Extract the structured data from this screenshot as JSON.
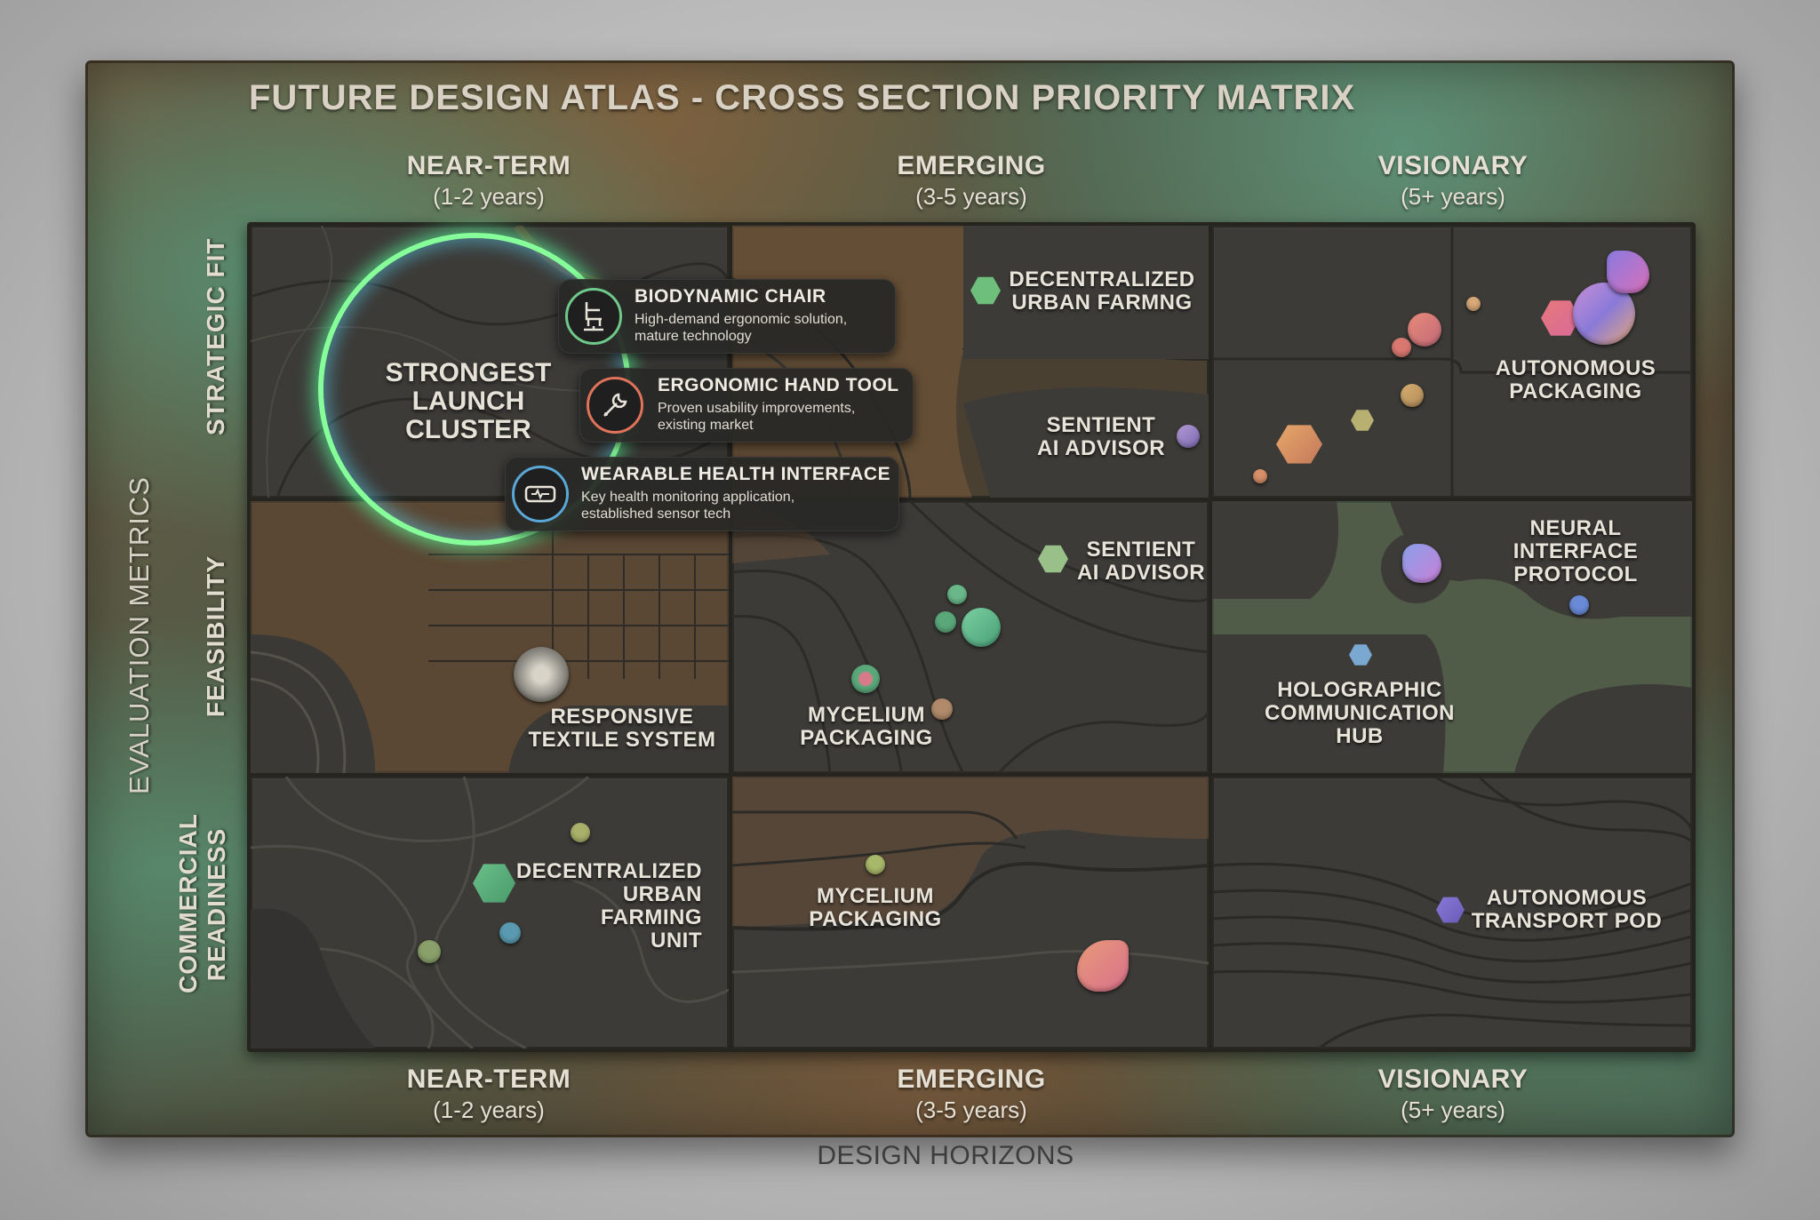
{
  "title": "FUTURE DESIGN ATLAS - CROSS SECTION PRIORITY MATRIX",
  "columns": [
    {
      "heading": "NEAR-TERM",
      "sub": "(1-2 years)"
    },
    {
      "heading": "EMERGING",
      "sub": "(3-5 years)"
    },
    {
      "heading": "VISIONARY",
      "sub": "(5+ years)"
    }
  ],
  "rows": {
    "strategic_fit": "STRATEGIC FIT",
    "feasibility": "FEASIBILITY",
    "commercial_readiness": [
      "COMMERCIAL",
      "READINESS"
    ]
  },
  "axis_y": "EVALUATION METRICS",
  "axis_x": "DESIGN HORIZONS",
  "cluster": {
    "line1": "STRONGEST",
    "line2": "LAUNCH",
    "line3": "CLUSTER"
  },
  "cards": [
    {
      "title": "BIODYNAMIC CHAIR",
      "desc1": "High-demand ergonomic solution,",
      "desc2": "mature technology",
      "icon": "chair-icon",
      "accent": "#6fc98a"
    },
    {
      "title": "ERGONOMIC HAND TOOL",
      "desc1": "Proven usability improvements,",
      "desc2": "existing market",
      "icon": "wrench-icon",
      "accent": "#e0735a"
    },
    {
      "title": "WEARABLE HEALTH INTERFACE",
      "desc1": "Key health monitoring application,",
      "desc2": "established sensor tech",
      "icon": "wearable-icon",
      "accent": "#5aa8d8"
    }
  ],
  "items": {
    "decentralized_urban_farming_top": [
      "DECENTRALIZED",
      "URBAN FARMNG"
    ],
    "sentient_ai_advisor_top": [
      "SENTIENT",
      "AI ADVISOR"
    ],
    "autonomous_packaging": [
      "AUTONOMOUS",
      "PACKAGING"
    ],
    "responsive_textile": [
      "RESPONSIVE",
      "TEXTILE SYSTEM"
    ],
    "sentient_ai_advisor_mid": [
      "SENTIENT",
      "AI ADVISOR"
    ],
    "mycelium_packaging_mid": [
      "MYCELIUM",
      "PACKAGING"
    ],
    "neural_interface": [
      "NEURAL",
      "INTERFACE",
      "PROTOCOL"
    ],
    "holographic_hub": [
      "HOLOGRAPHIC",
      "COMMUNICATION",
      "HUB"
    ],
    "decentralized_urban_farming_unit": [
      "DECENTRALIZED",
      "URBAN FARMING",
      "UNIT"
    ],
    "mycelium_packaging_bottom": [
      "MYCELIUM",
      "PACKAGING"
    ],
    "autonomous_transport_pod": [
      "AUTONOMOUS",
      "TRANSPORT POD"
    ]
  },
  "colors": {
    "glow_ring": "#86ff9a",
    "patina": "#5a9678",
    "bronze": "#8a6a44",
    "tile": "#3c3b38"
  }
}
